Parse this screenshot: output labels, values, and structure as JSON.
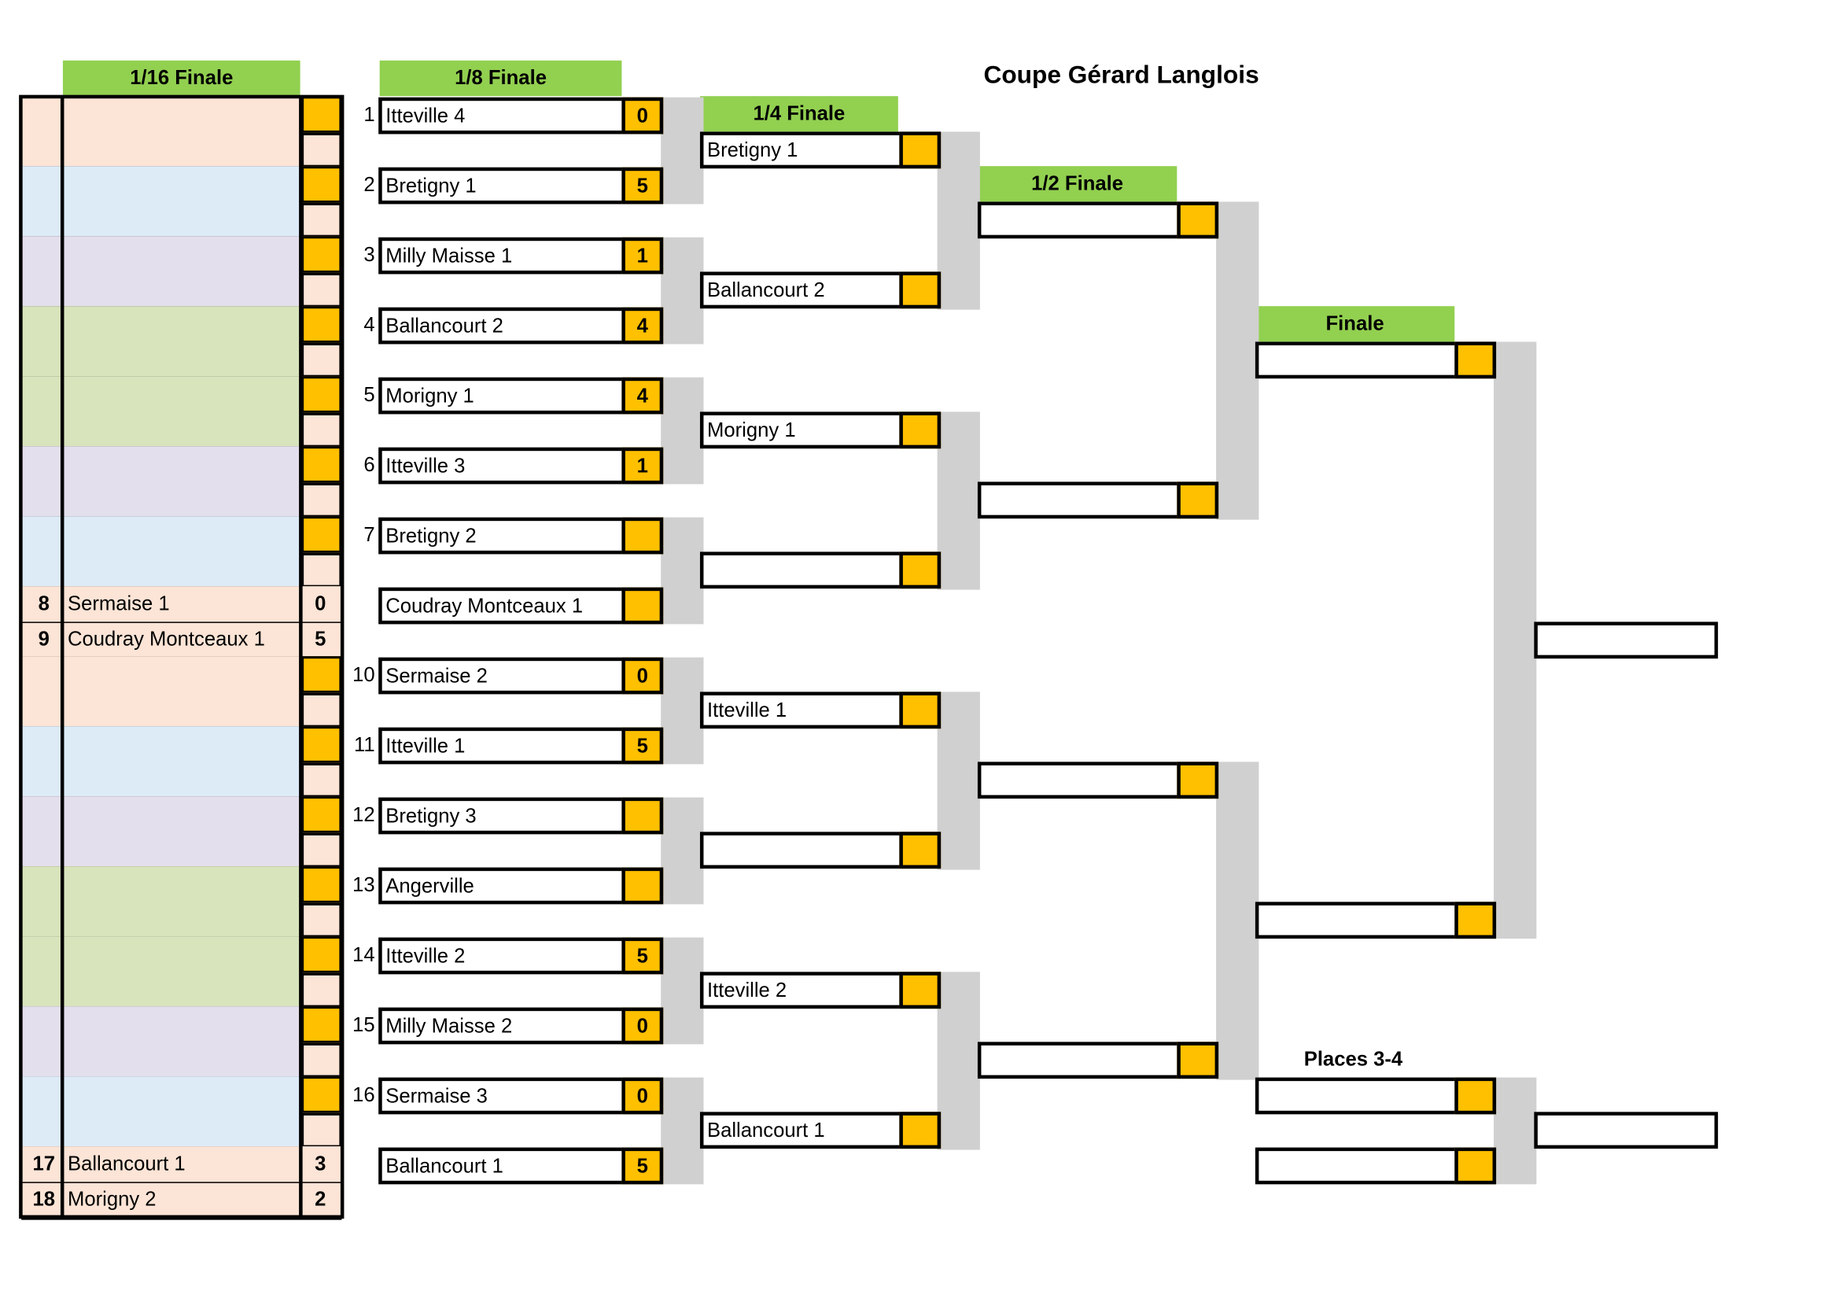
{
  "title": "Coupe Gérard Langlois",
  "headers": {
    "r16": "1/16 Finale",
    "r8": "1/8 Finale",
    "r4": "1/4 Finale",
    "r2": "1/2 Finale",
    "final": "Finale",
    "places34": "Places 3-4"
  },
  "colors": {
    "header_green": "#92d050",
    "score_orange": "#ffc000",
    "connector_grey": "#d0d0d0",
    "peach": "#fce4d6",
    "light_blue": "#ddebf7",
    "lavender": "#e4dfec",
    "light_green": "#d8e4bc"
  },
  "round16": {
    "blocks": [
      {
        "color": "peach"
      },
      {
        "color": "light_blue"
      },
      {
        "color": "lavender"
      },
      {
        "color": "light_green"
      },
      {
        "color": "light_green"
      },
      {
        "color": "lavender"
      },
      {
        "color": "light_blue"
      },
      {
        "seed_a": "8",
        "team_a": "Sermaise 1",
        "score_a": "0",
        "seed_b": "9",
        "team_b": "Coudray Montceaux 1",
        "score_b": "5"
      },
      {
        "color": "peach"
      },
      {
        "color": "light_blue"
      },
      {
        "color": "lavender"
      },
      {
        "color": "light_green"
      },
      {
        "color": "light_green"
      },
      {
        "color": "lavender"
      },
      {
        "color": "light_blue"
      },
      {
        "seed_a": "17",
        "team_a": "Ballancourt 1",
        "score_a": "3",
        "seed_b": "18",
        "team_b": "Morigny 2",
        "score_b": "2"
      }
    ]
  },
  "round8": [
    {
      "seed": "1",
      "team": "Itteville  4",
      "score": "0"
    },
    {
      "seed": "2",
      "team": "Bretigny 1",
      "score": "5"
    },
    {
      "seed": "3",
      "team": "Milly Maisse 1",
      "score": "1"
    },
    {
      "seed": "4",
      "team": "Ballancourt 2",
      "score": "4"
    },
    {
      "seed": "5",
      "team": "Morigny 1",
      "score": "4"
    },
    {
      "seed": "6",
      "team": "Itteville  3",
      "score": "1"
    },
    {
      "seed": "7",
      "team": "Bretigny 2",
      "score": ""
    },
    {
      "seed": "",
      "team": "Coudray Montceaux 1",
      "score": ""
    },
    {
      "seed": "10",
      "team": "Sermaise 2",
      "score": "0"
    },
    {
      "seed": "11",
      "team": "Itteville  1",
      "score": "5"
    },
    {
      "seed": "12",
      "team": "Bretigny 3",
      "score": ""
    },
    {
      "seed": "13",
      "team": "Angerville",
      "score": ""
    },
    {
      "seed": "14",
      "team": "Itteville  2",
      "score": "5"
    },
    {
      "seed": "15",
      "team": "Milly Maisse 2",
      "score": "0"
    },
    {
      "seed": "16",
      "team": "Sermaise 3",
      "score": "0"
    },
    {
      "seed": "",
      "team": "Ballancourt 1",
      "score": "5"
    }
  ],
  "round4": [
    {
      "team": "Bretigny 1",
      "score": ""
    },
    {
      "team": "Ballancourt 2",
      "score": ""
    },
    {
      "team": "Morigny 1",
      "score": ""
    },
    {
      "team": "",
      "score": ""
    },
    {
      "team": "Itteville  1",
      "score": ""
    },
    {
      "team": "",
      "score": ""
    },
    {
      "team": "Itteville  2",
      "score": ""
    },
    {
      "team": "Ballancourt 1",
      "score": ""
    }
  ],
  "round2": [
    {
      "team": "",
      "score": ""
    },
    {
      "team": "",
      "score": ""
    },
    {
      "team": "",
      "score": ""
    },
    {
      "team": "",
      "score": ""
    }
  ],
  "final": [
    {
      "team": "",
      "score": ""
    },
    {
      "team": "",
      "score": ""
    }
  ],
  "places34": [
    {
      "team": "",
      "score": ""
    },
    {
      "team": "",
      "score": ""
    }
  ],
  "winner": "",
  "third_place": ""
}
